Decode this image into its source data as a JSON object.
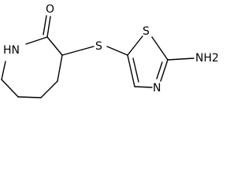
{
  "molecule": {
    "atoms": {
      "oxygen": "O",
      "ring_nitrogen": "HN",
      "thioether_sulfur": "S",
      "thiazole_sulfur": "S",
      "thiazole_nitrogen": "N",
      "amino_group": "NH2"
    },
    "bond_color": "#000000",
    "background": "#ffffff"
  }
}
